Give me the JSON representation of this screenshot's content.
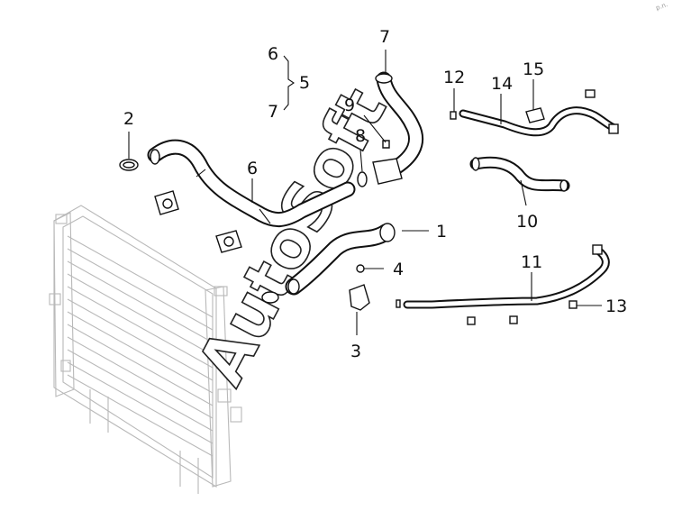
{
  "callouts": [
    {
      "id": "c1",
      "label": "1"
    },
    {
      "id": "c2",
      "label": "2"
    },
    {
      "id": "c3",
      "label": "3"
    },
    {
      "id": "c4",
      "label": "4"
    },
    {
      "id": "c5",
      "label": "5"
    },
    {
      "id": "c6a",
      "label": "6"
    },
    {
      "id": "c6b",
      "label": "6"
    },
    {
      "id": "c7a",
      "label": "7"
    },
    {
      "id": "c7b",
      "label": "7"
    },
    {
      "id": "c8",
      "label": "8"
    },
    {
      "id": "c9",
      "label": "9"
    },
    {
      "id": "c10",
      "label": "10"
    },
    {
      "id": "c11",
      "label": "11"
    },
    {
      "id": "c12",
      "label": "12"
    },
    {
      "id": "c13",
      "label": "13"
    },
    {
      "id": "c14",
      "label": "14"
    },
    {
      "id": "c15",
      "label": "15"
    }
  ],
  "watermark": {
    "text": "AutoSoft"
  },
  "corner_mark": {
    "text": "p.n."
  }
}
